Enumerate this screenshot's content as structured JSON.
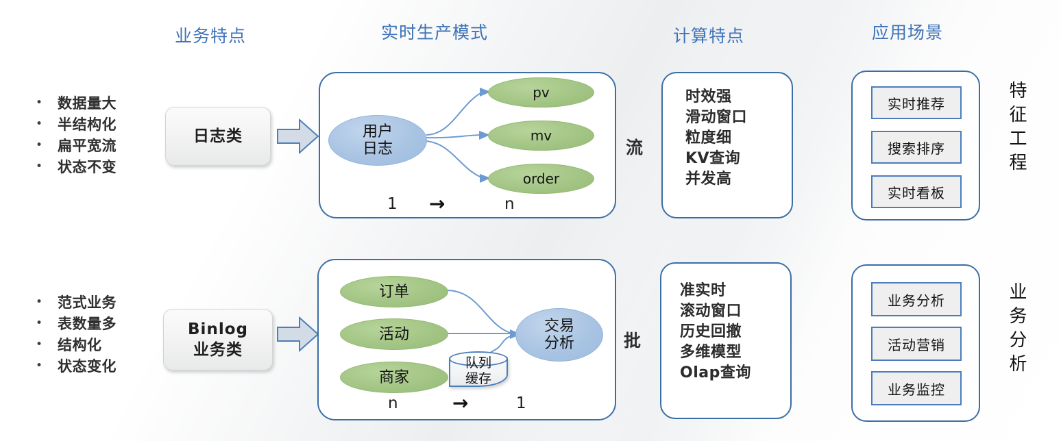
{
  "columns": {
    "business_features": "业务特点",
    "realtime_production_mode": "实时生产模式",
    "compute_features": "计算特点",
    "application_scenarios": "应用场景"
  },
  "rows": [
    {
      "id": "log-stream",
      "bullets": [
        "数据量大",
        "半结构化",
        "扁平宽流",
        "状态不变"
      ],
      "source_box": {
        "lines": [
          "日志类"
        ]
      },
      "flow": {
        "left_nodes": [
          {
            "label": "用户\n日志",
            "label_line1": "用户",
            "label_line2": "日志",
            "shape": "ellipse-blue"
          }
        ],
        "right_nodes": [
          {
            "label": "pv",
            "shape": "ellipse-green"
          },
          {
            "label": "mv",
            "shape": "ellipse-green"
          },
          {
            "label": "order",
            "shape": "ellipse-green"
          }
        ],
        "cardinality_left": "1",
        "cardinality_arrow": "→",
        "cardinality_right": "n"
      },
      "mode_label": "流",
      "compute_features": [
        "时效强",
        "滑动窗口",
        "粒度细",
        "KV查询",
        "并发高"
      ],
      "scenarios": [
        "实时推荐",
        "搜索排序",
        "实时看板"
      ],
      "outcome_label": "特征工程"
    },
    {
      "id": "binlog-batch",
      "bullets": [
        "范式业务",
        "表数量多",
        "结构化",
        "状态变化"
      ],
      "source_box": {
        "lines": [
          "Binlog",
          "业务类"
        ]
      },
      "flow": {
        "left_nodes": [
          {
            "label": "订单",
            "shape": "ellipse-green"
          },
          {
            "label": "活动",
            "shape": "ellipse-green"
          },
          {
            "label": "商家",
            "shape": "ellipse-green"
          }
        ],
        "buffer": {
          "label_line1": "队列",
          "label_line2": "缓存",
          "shape": "cylinder"
        },
        "right_nodes": [
          {
            "label_line1": "交易",
            "label_line2": "分析",
            "shape": "ellipse-blue"
          }
        ],
        "cardinality_left": "n",
        "cardinality_arrow": "→",
        "cardinality_right": "1"
      },
      "mode_label": "批",
      "compute_features": [
        "准实时",
        "滚动窗口",
        "历史回撤",
        "多维模型",
        "Olap查询"
      ],
      "scenarios": [
        "业务分析",
        "活动营销",
        "业务监控"
      ],
      "outcome_label": "业务分析"
    }
  ],
  "colors": {
    "header_blue": "#3d72b8",
    "panel_border": "#3a6ea5",
    "ellipse_green": "#a3c585",
    "ellipse_blue": "#a9c4e3",
    "chip_border": "#4a7ebb",
    "chip_fill": "#efefef",
    "text_dark": "#2f2f2f"
  }
}
